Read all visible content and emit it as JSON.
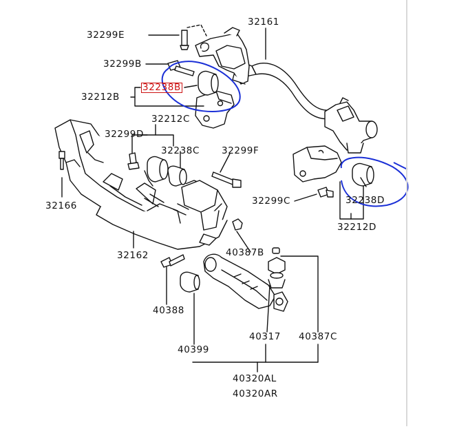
{
  "diagram": {
    "labels": {
      "p32299E": "32299E",
      "p32161": "32161",
      "p32299B": "32299B",
      "p32238B": "32238B",
      "p32212B": "32212B",
      "p32212C": "32212C",
      "p32299D": "32299D",
      "p32238C": "32238C",
      "p32299F": "32299F",
      "p32166": "32166",
      "p32299C": "32299C",
      "p32238D": "32238D",
      "p32212D": "32212D",
      "p32162": "32162",
      "p40387B": "40387B",
      "p40388": "40388",
      "p40317": "40317",
      "p40387C": "40387C",
      "p40399": "40399",
      "p40320AL": "40320AL",
      "p40320AR": "40320AR"
    },
    "highlighted_part": "32238B",
    "colors": {
      "highlight_box": "#cc1111",
      "annotation_circles": "#1a2fd6",
      "line_art": "#111111",
      "fill": "#ffffff"
    }
  }
}
